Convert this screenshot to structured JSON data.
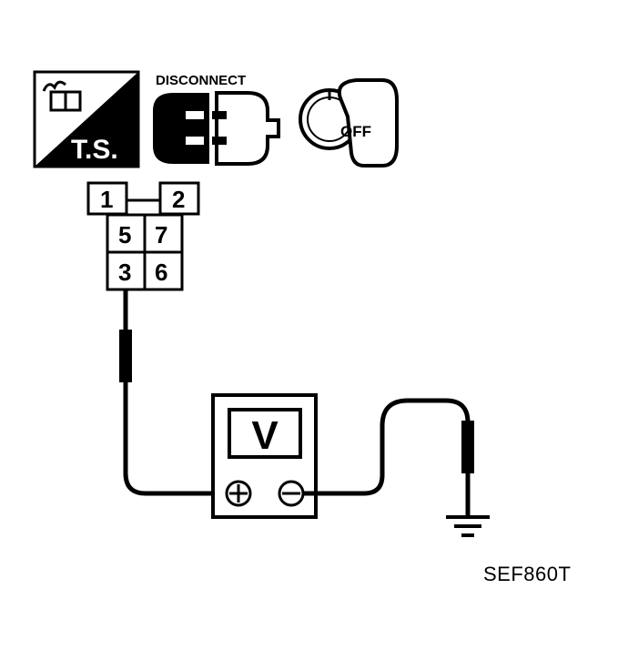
{
  "icons": {
    "ts_label": "T.S.",
    "disconnect_label": "DISCONNECT",
    "key_label": "OFF"
  },
  "connector": {
    "pins": [
      "1",
      "2",
      "5",
      "7",
      "3",
      "6"
    ]
  },
  "meter": {
    "label": "V",
    "positive_symbol": "+",
    "negative_symbol": "−"
  },
  "reference_code": "SEF860T"
}
